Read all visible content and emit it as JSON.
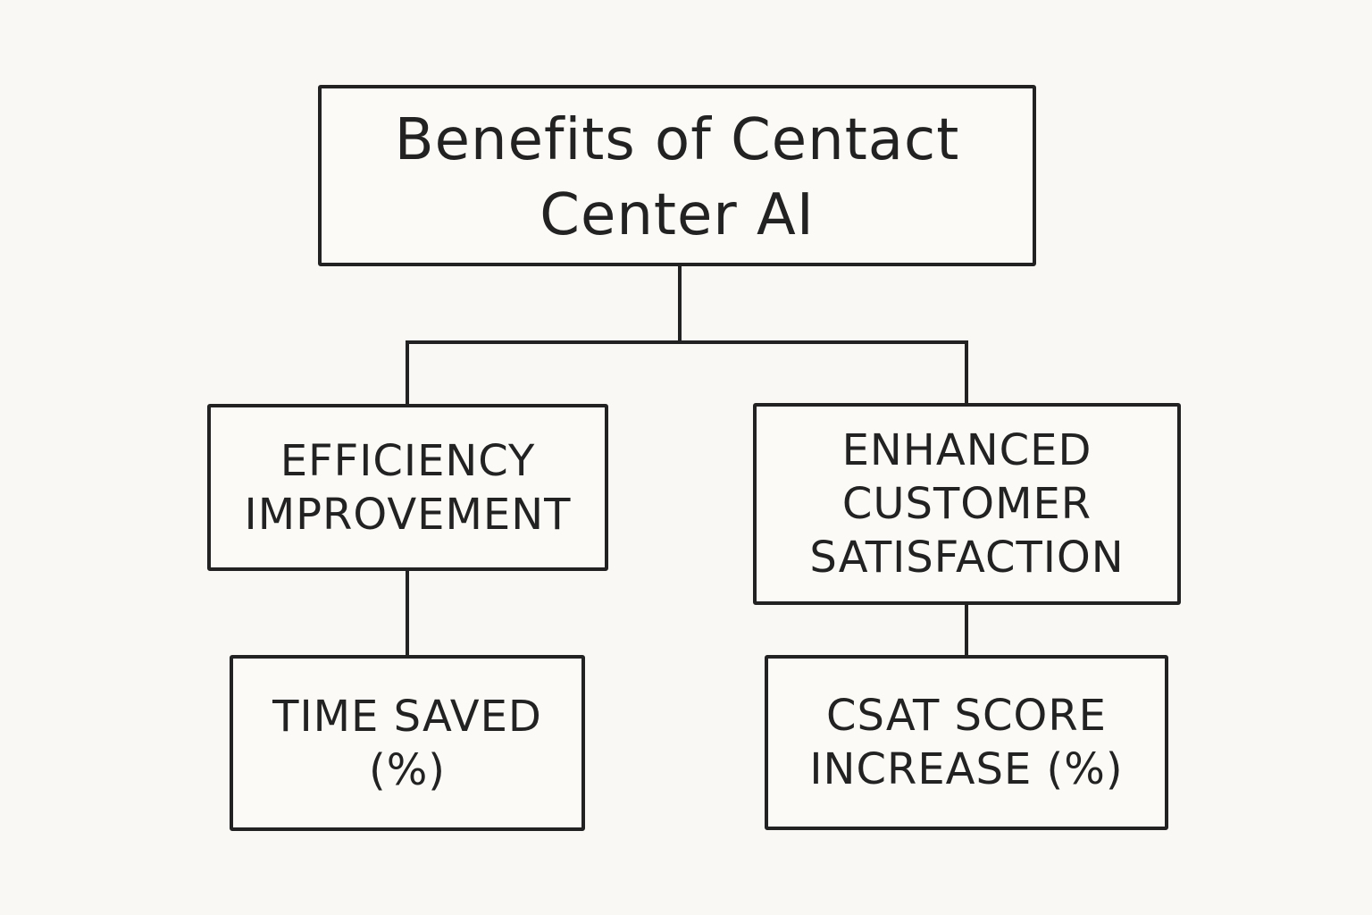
{
  "diagram": {
    "root": {
      "lines": [
        "Benefits of Centact",
        "Center AI"
      ]
    },
    "branches": [
      {
        "lines": [
          "EFFICIENCY",
          "IMPROVEMENT"
        ],
        "child": {
          "lines": [
            "TIME SAVED",
            "(%)"
          ]
        }
      },
      {
        "lines": [
          "ENHANCED",
          "CUSTOMER",
          "SATISFACTION"
        ],
        "child": {
          "lines": [
            "CSAT SCORE",
            "INCREASE (%)"
          ]
        }
      }
    ]
  },
  "colors": {
    "background": "#f9f8f4",
    "ink": "#222222"
  }
}
